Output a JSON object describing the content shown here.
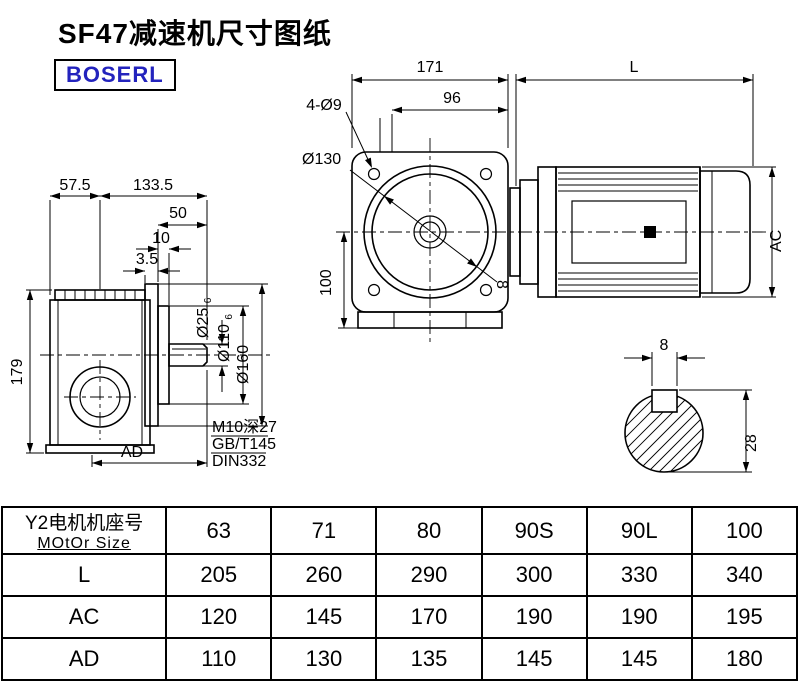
{
  "header": {
    "title": "SF47减速机尺寸图纸",
    "logo": "BOSERL"
  },
  "colors": {
    "logo_text": "#2323bd",
    "line": "#000000",
    "background": "#ffffff"
  },
  "drawing": {
    "side_view": {
      "dim_57_5": "57.5",
      "dim_133_5": "133.5",
      "dim_50": "50",
      "dim_10": "10",
      "dim_3_5": "3.5",
      "dim_179": "179",
      "dim_ad": "AD",
      "dia_25": "Ø25",
      "dia_25_tol": "6",
      "dia_110": "Ø110",
      "dia_110_tol": "6",
      "dia_160": "Ø160",
      "note_thread": "M10深27",
      "note_gb": "GB/T145",
      "note_din": "DIN332"
    },
    "front_view": {
      "dim_171": "171",
      "dim_96": "96",
      "holes_label": "4-Ø9",
      "dia_130": "Ø130",
      "key_label": "8",
      "dim_100": "100"
    },
    "motor_view": {
      "dim_L": "L",
      "dim_AC": "AC"
    },
    "shaft_section": {
      "key_width": "8",
      "depth": "28"
    }
  },
  "table": {
    "header_row": {
      "label_cn": "Y2电机机座号",
      "label_en": "MOtOr Size",
      "values": [
        "63",
        "71",
        "80",
        "90S",
        "90L",
        "100"
      ]
    },
    "rows": [
      {
        "label": "L",
        "values": [
          "205",
          "260",
          "290",
          "300",
          "330",
          "340"
        ]
      },
      {
        "label": "AC",
        "values": [
          "120",
          "145",
          "170",
          "190",
          "190",
          "195"
        ]
      },
      {
        "label": "AD",
        "values": [
          "110",
          "130",
          "135",
          "145",
          "145",
          "180"
        ]
      }
    ]
  }
}
